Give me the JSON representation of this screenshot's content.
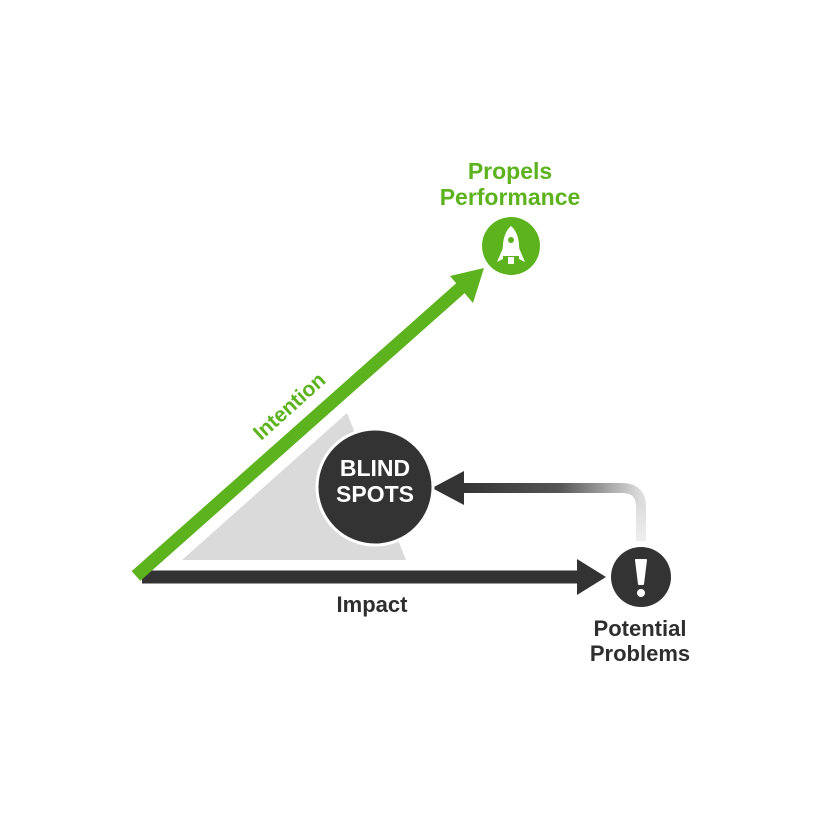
{
  "nodes": {
    "performance": {
      "line1": "Propels",
      "line2": "Performance",
      "icon": "rocket-icon"
    },
    "blind_spots": {
      "line1": "BLIND",
      "line2": "SPOTS"
    },
    "problems": {
      "line1": "Potential",
      "line2": "Problems",
      "icon": "exclamation-icon"
    }
  },
  "edges": {
    "intention": "Intention",
    "impact": "Impact"
  },
  "colors": {
    "green": "#5cb31e",
    "dark": "#333333",
    "gray_wedge": "#d9dad9",
    "white": "#ffffff"
  }
}
